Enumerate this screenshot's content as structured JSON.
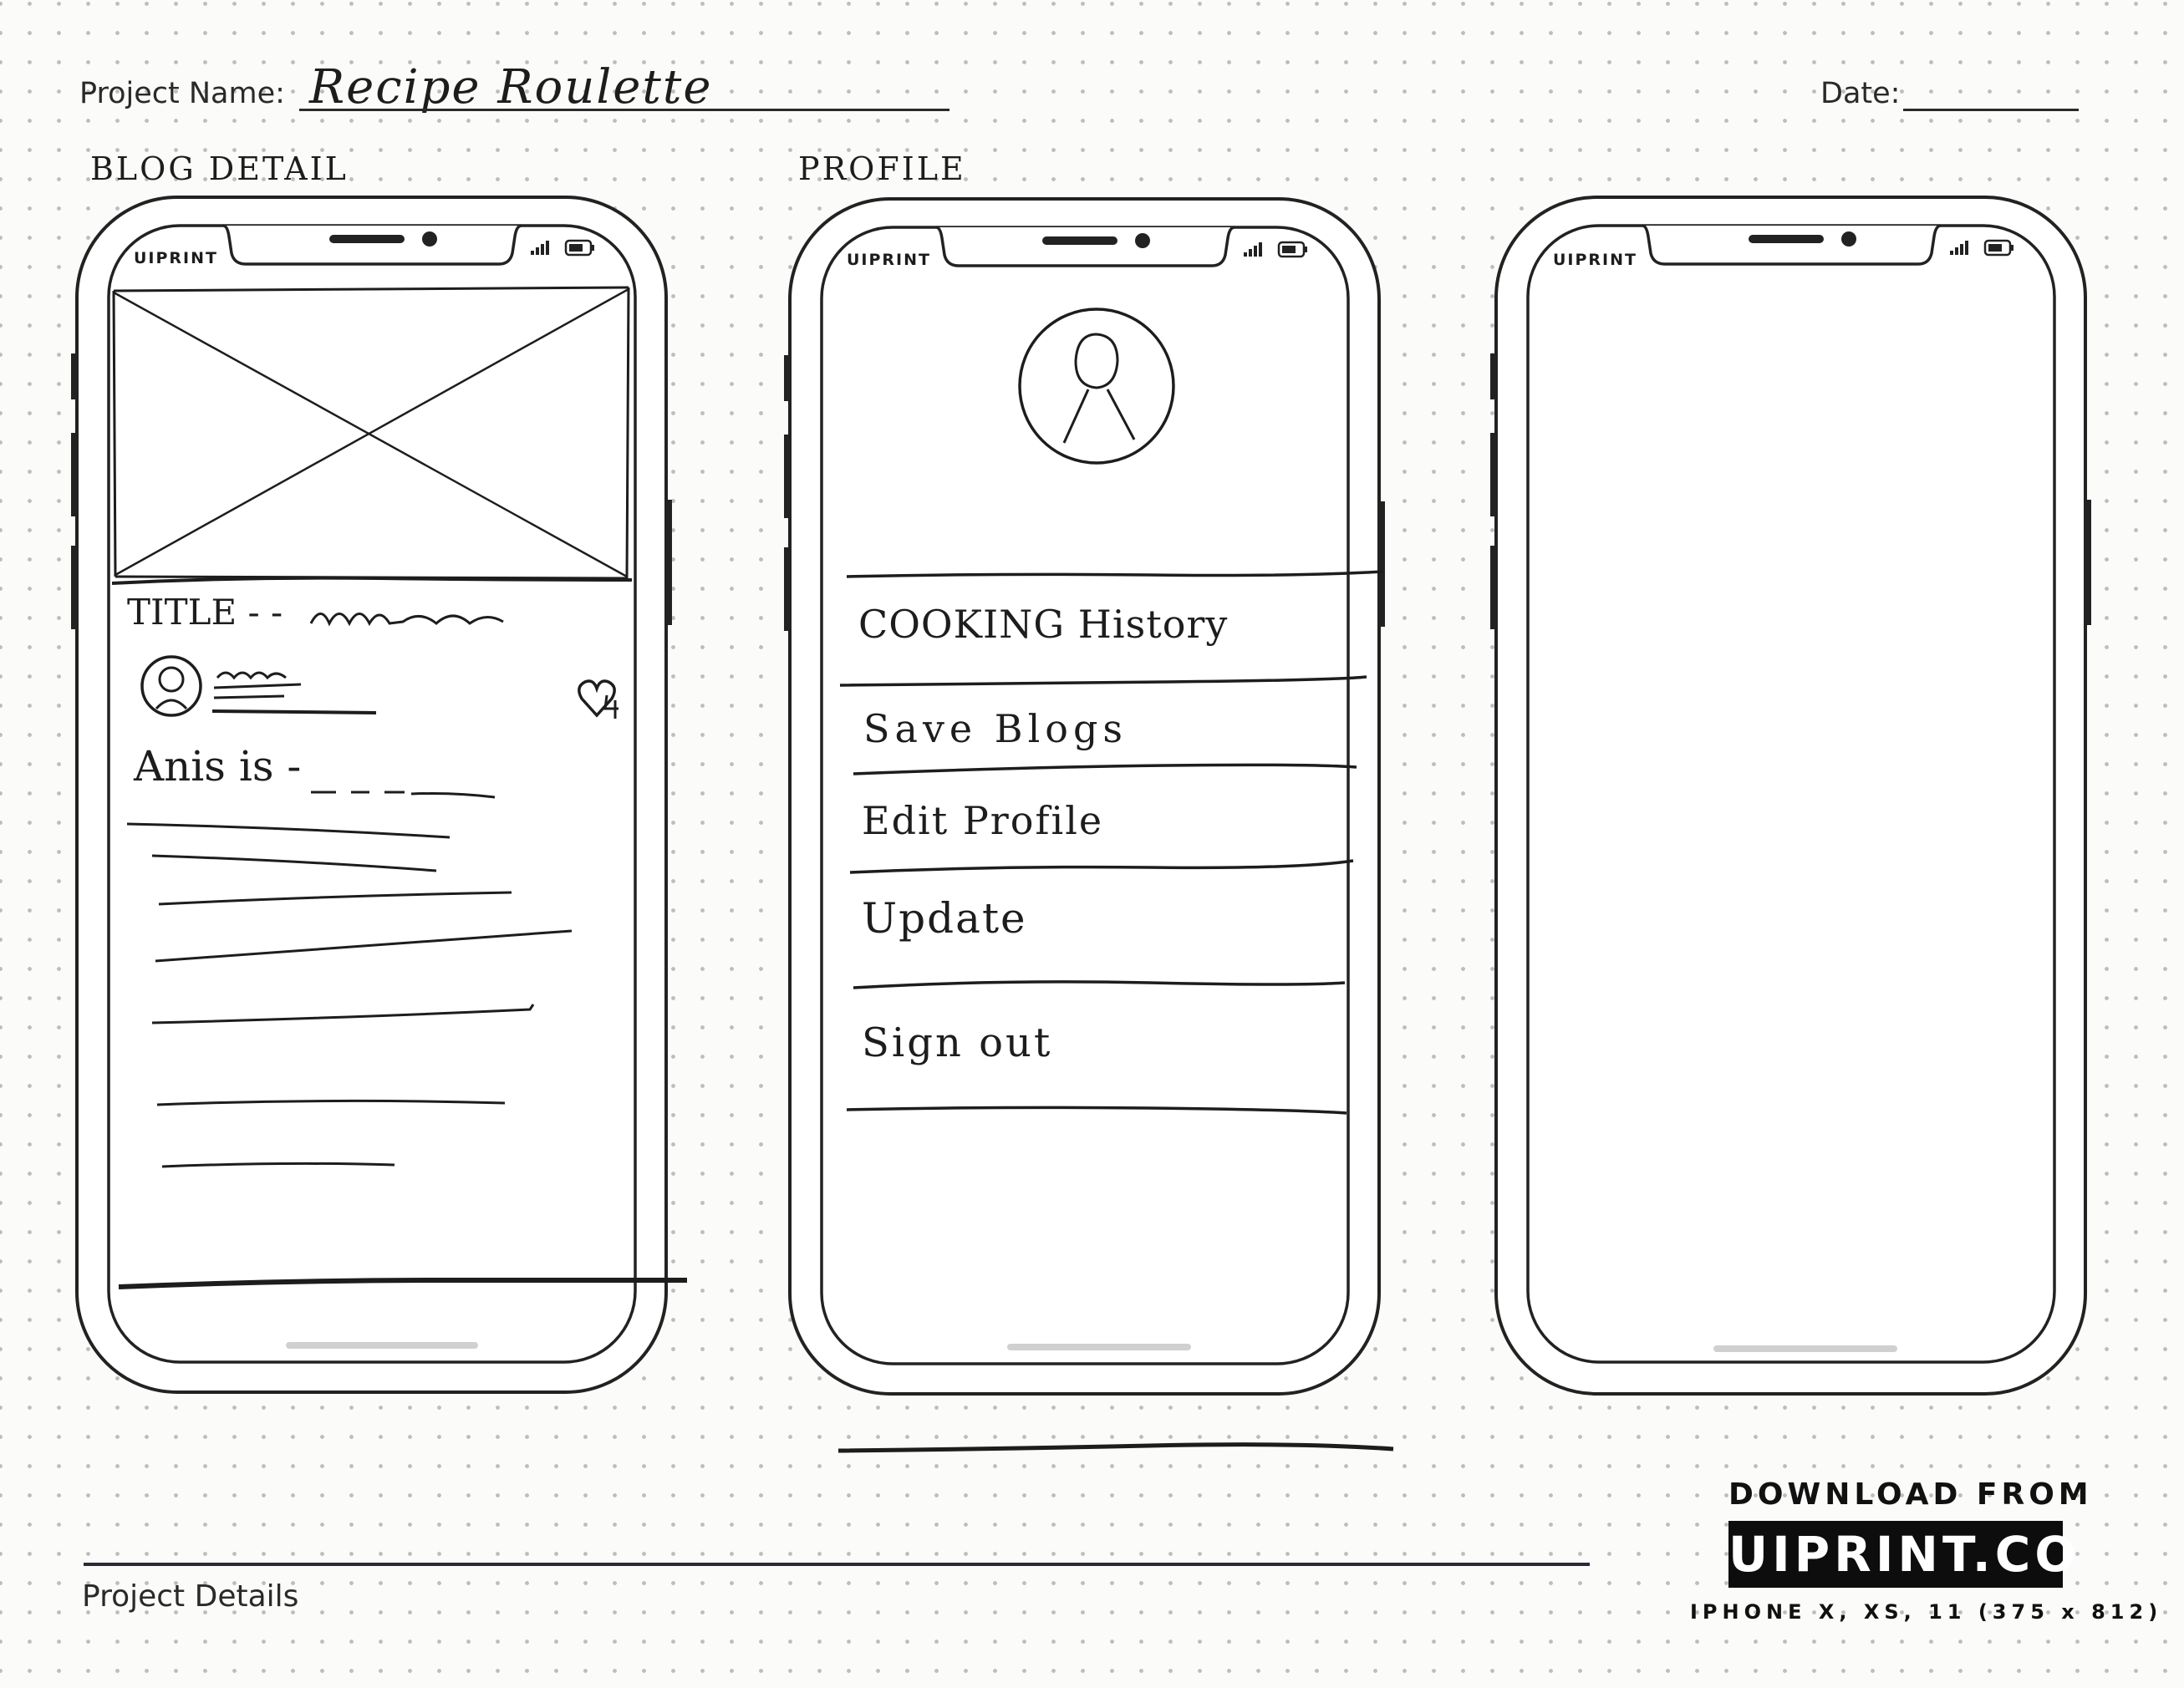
{
  "header": {
    "project_label": "Project Name:",
    "project_name": "Recipe Roulette",
    "date_label": "Date:"
  },
  "screens": [
    {
      "title": "BLOG DETAIL",
      "status_brand": "UIPRINT",
      "hero_image": "image-placeholder",
      "heading": "TITLE - -",
      "body_start": "Anis is -",
      "icons": [
        "avatar-icon",
        "heart-icon"
      ]
    },
    {
      "title": "PROFILE",
      "status_brand": "UIPRINT",
      "icons": [
        "avatar-icon"
      ],
      "menu": [
        "COOKING History",
        "Save Blogs",
        "Edit Profile",
        "Update",
        "Sign out"
      ]
    },
    {
      "title": "",
      "status_brand": "UIPRINT"
    }
  ],
  "footer": {
    "project_details": "Project Details",
    "download_from": "DOWNLOAD FROM",
    "logo": "UIPRINT.CO",
    "device": "IPHONE X, XS, 11 (375 x 812)"
  },
  "colors": {
    "ink": "#1d1d1d",
    "paper": "#fbfbfa",
    "dots": "#bdbdbd",
    "rule": "#2a2a3a"
  }
}
